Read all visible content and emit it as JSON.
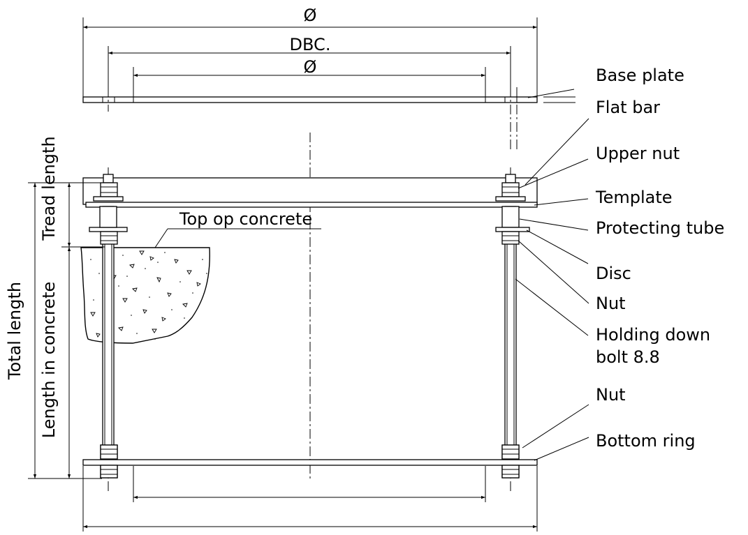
{
  "dimensions": {
    "outer_diameter": "Ø",
    "dbc": "DBC.",
    "inner_diameter": "Ø",
    "tread_length": "Tread length",
    "total_length": "Total length",
    "length_in_concrete": "Length in concrete",
    "top_of_concrete": "Top op concrete"
  },
  "callouts": [
    "Base plate",
    "Flat bar",
    "Upper nut",
    "Template",
    "Protecting tube",
    "Disc",
    "Nut",
    "Holding down",
    "bolt 8.8",
    "Nut",
    "Bottom ring"
  ]
}
